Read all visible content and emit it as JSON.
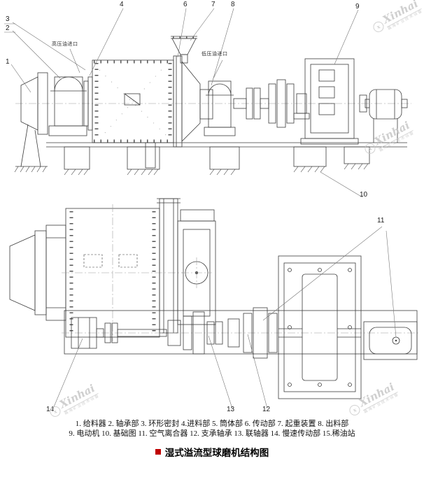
{
  "watermark": {
    "brand": "Xinhai",
    "subtext": "鑫海矿业技术设备"
  },
  "front_view_labels": {
    "high_pressure_oil_inlet": "高压油进口",
    "low_pressure_oil_inlet": "低压油进口"
  },
  "callouts": {
    "c1": "1",
    "c2": "2",
    "c3": "3",
    "c4": "4",
    "c6": "6",
    "c7": "7",
    "c8": "8",
    "c9": "9",
    "c10": "10",
    "c11": "11",
    "c12": "12",
    "c13": "13",
    "c14": "14"
  },
  "legend": {
    "line1": "1. 给料器 2. 轴承部 3. 环形密封 4.进料部 5. 筒体部 6. 传动部 7. 起重装置 8. 出料部",
    "line2": "9. 电动机 10. 基础图 11. 空气离合器 12. 支承轴承 13. 联轴器 14. 慢速传动部 15.稀油站"
  },
  "parts": [
    {
      "no": "1",
      "name": "给料器"
    },
    {
      "no": "2",
      "name": "轴承部"
    },
    {
      "no": "3",
      "name": "环形密封"
    },
    {
      "no": "4",
      "name": "进料部"
    },
    {
      "no": "5",
      "name": "筒体部"
    },
    {
      "no": "6",
      "name": "传动部"
    },
    {
      "no": "7",
      "name": "起重装置"
    },
    {
      "no": "8",
      "name": "出料部"
    },
    {
      "no": "9",
      "name": "电动机"
    },
    {
      "no": "10",
      "name": "基础图"
    },
    {
      "no": "11",
      "name": "空气离合器"
    },
    {
      "no": "12",
      "name": "支承轴承"
    },
    {
      "no": "13",
      "name": "联轴器"
    },
    {
      "no": "14",
      "name": "慢速传动部"
    },
    {
      "no": "15",
      "name": "稀油站"
    }
  ],
  "title": {
    "text": "湿式溢流型球磨机结构图"
  },
  "icons": {
    "title_bullet": "red-square-icon",
    "watermark_logo": "xinhai-logo-icon"
  },
  "colors": {
    "title_bullet_red": "#c00000",
    "line_art": "#3c3c3c",
    "watermark_gray": "#c4c4c4"
  }
}
